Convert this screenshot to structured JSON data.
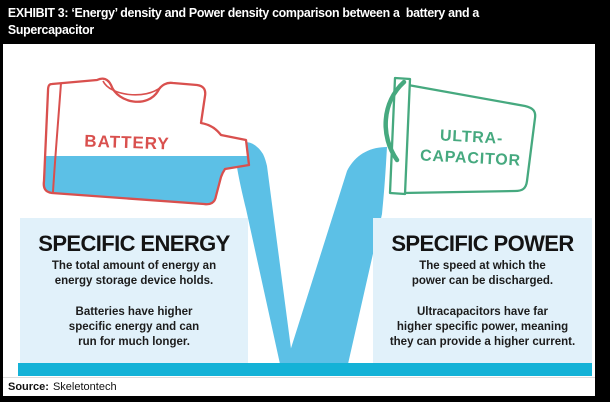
{
  "header": {
    "title": "EXHIBIT 3: ‘Energy’ density and Power density comparison between a  battery and a\nSupercapacitor"
  },
  "diagram": {
    "battery": {
      "label": "BATTERY"
    },
    "ultracapacitor": {
      "label_line1": "ULTRA-",
      "label_line2": "CAPACITOR"
    },
    "left_panel": {
      "heading": "SPECIFIC ENERGY",
      "description": "The total amount of energy an\nenergy storage device holds.",
      "detail": "Batteries have higher\nspecific energy and can\nrun for much longer."
    },
    "right_panel": {
      "heading": "SPECIFIC POWER",
      "description": "The speed at which the\npower can be discharged.",
      "detail": "Ultracapacitors have far\nhigher specific power, meaning\nthey can provide a higher current."
    },
    "colors": {
      "battery_red": "#d9504e",
      "capacitor_green": "#46a97f",
      "stream_blue": "#5cc0e6",
      "pool_cyan": "#14b2d7",
      "panel_bg": "#e1f1fa"
    }
  },
  "footer": {
    "source_label": "Source:",
    "source_value": "Skeletontech"
  }
}
